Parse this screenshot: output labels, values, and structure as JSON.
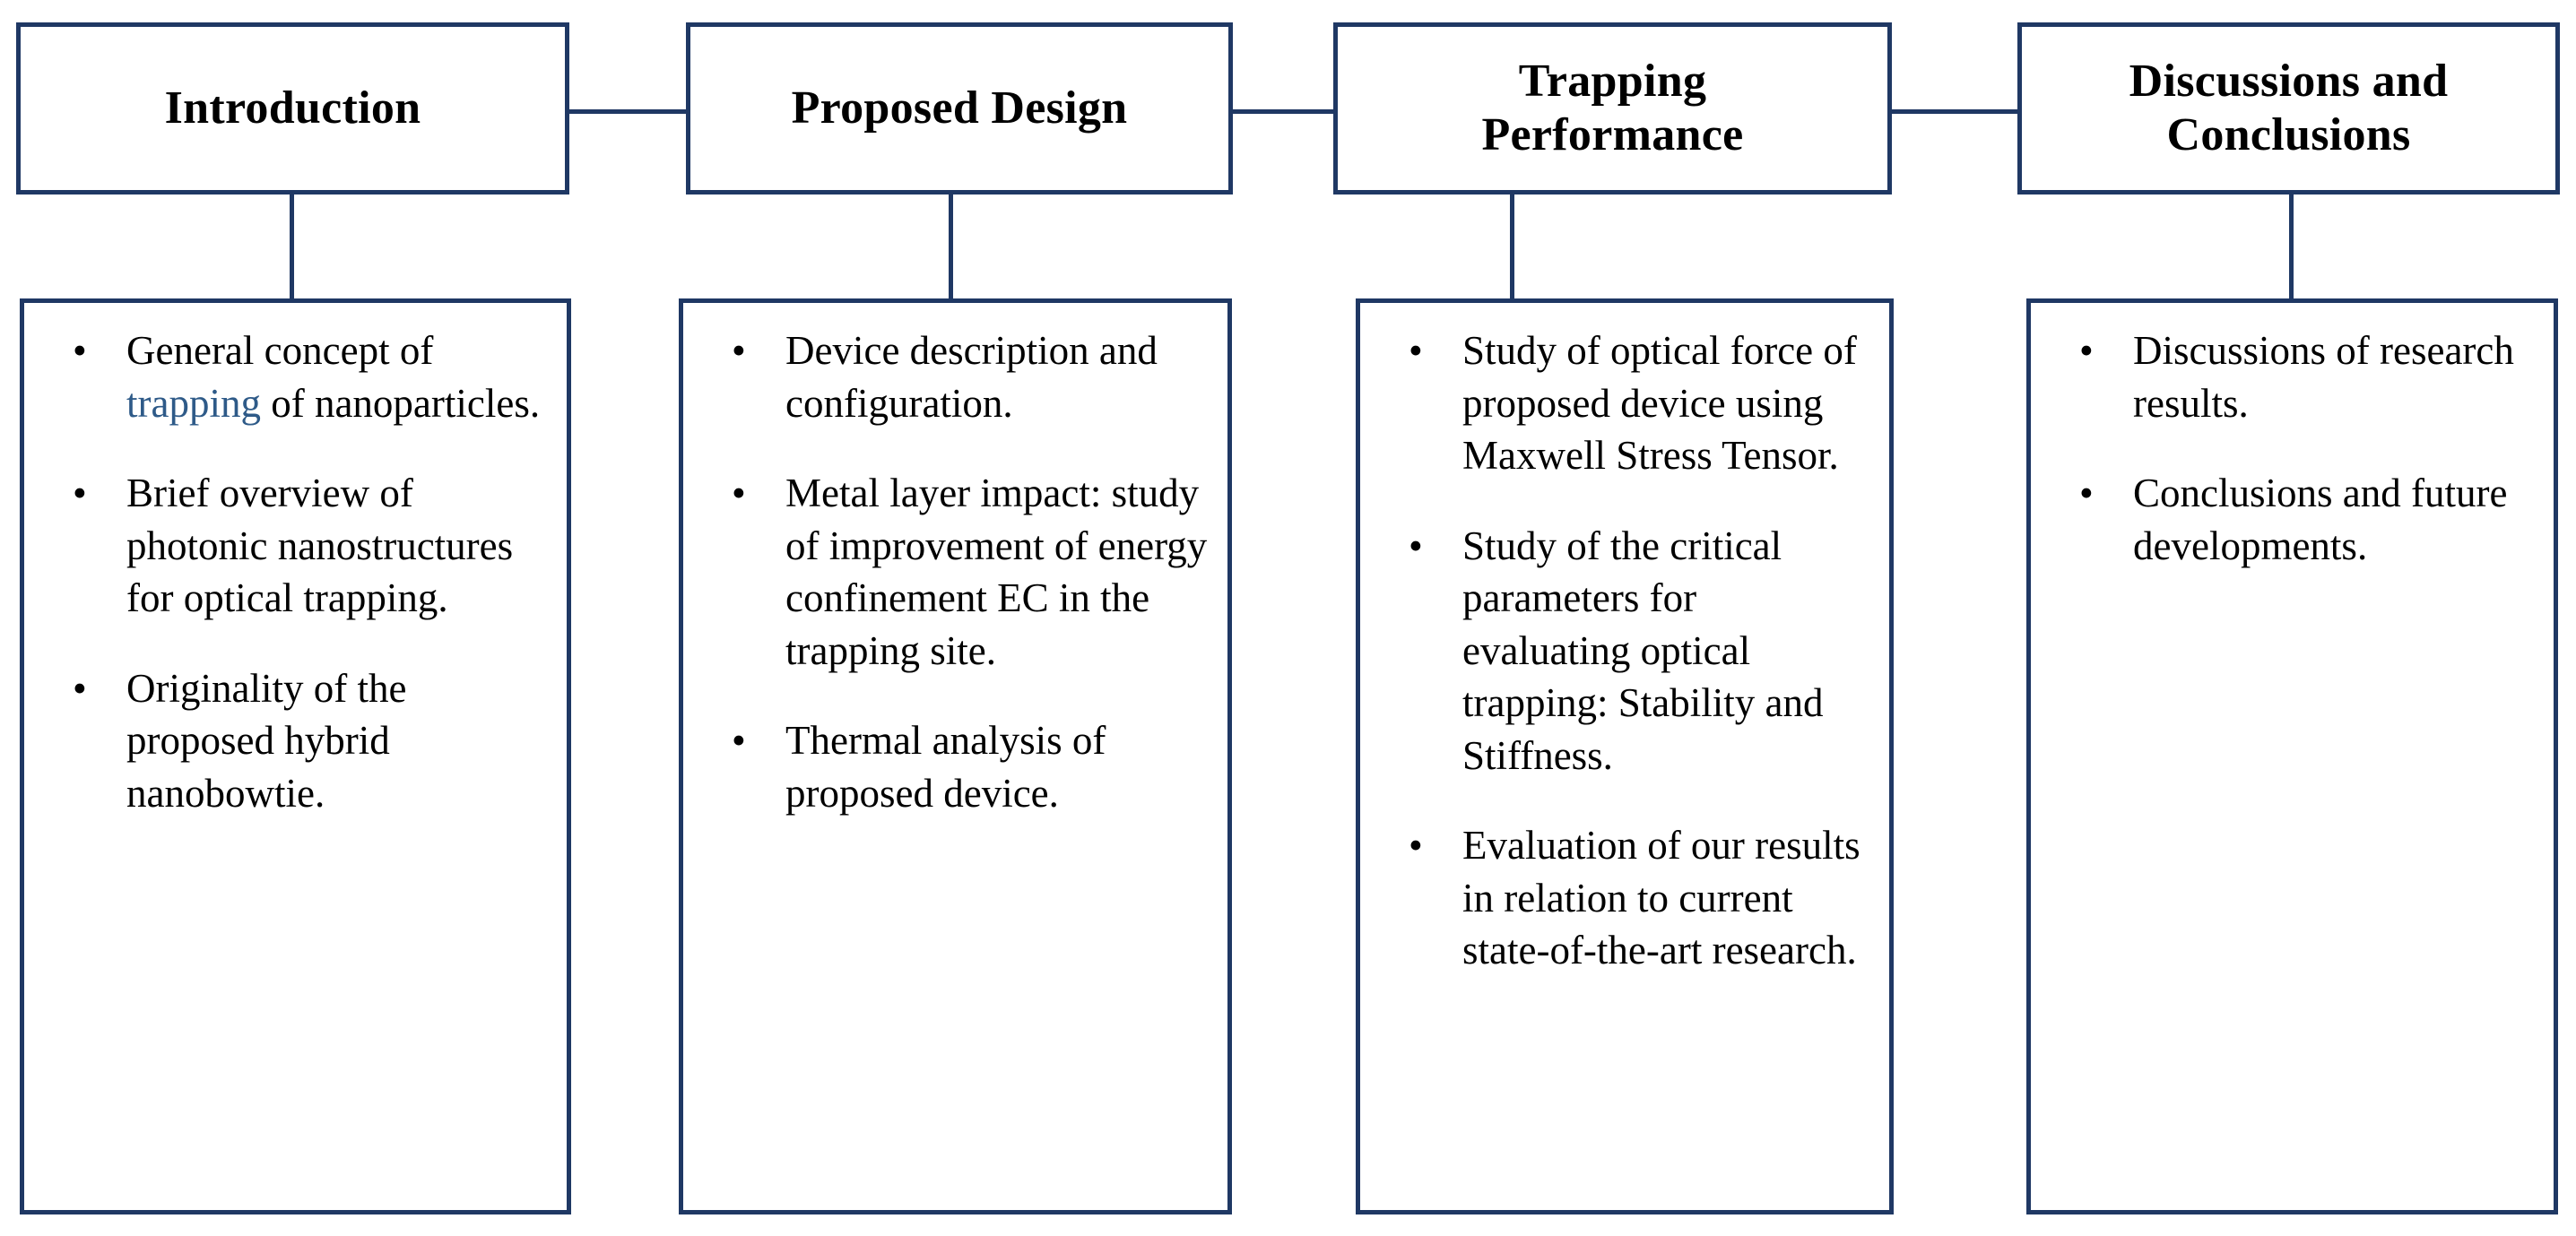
{
  "diagram": {
    "type": "flowchart",
    "title": "Paper structure flowchart",
    "colors": {
      "border": "#1F3864",
      "connector": "#1F3864",
      "background": "#FFFFFF",
      "text": "#000000",
      "highlight": "#2E5A88"
    },
    "columns": [
      {
        "id": "introduction",
        "header": "Introduction",
        "bullets": [
          {
            "parts": [
              {
                "text": "General concept of ",
                "style": "normal"
              },
              {
                "text": "trapping",
                "style": "highlight"
              },
              {
                "text": " of nanoparticles.",
                "style": "normal"
              }
            ],
            "plain": "General concept of trapping of nanoparticles."
          },
          {
            "parts": [
              {
                "text": "Brief overview of photonic nanostructures for optical trapping.",
                "style": "normal"
              }
            ],
            "plain": "Brief overview of photonic nanostructures for optical trapping."
          },
          {
            "parts": [
              {
                "text": "Originality of the proposed hybrid nanobowtie.",
                "style": "normal"
              }
            ],
            "plain": "Originality of the proposed hybrid nanobowtie."
          }
        ]
      },
      {
        "id": "proposed-design",
        "header": "Proposed Design",
        "bullets": [
          {
            "parts": [
              {
                "text": "Device description and configuration.",
                "style": "normal"
              }
            ],
            "plain": "Device description and configuration."
          },
          {
            "parts": [
              {
                "text": "Metal layer impact: study of improvement of energy confinement EC in the trapping site.",
                "style": "normal"
              }
            ],
            "plain": "Metal layer impact: study of improvement of energy confinement EC in the trapping site."
          },
          {
            "parts": [
              {
                "text": "Thermal analysis of proposed device.",
                "style": "normal"
              }
            ],
            "plain": "Thermal analysis of proposed device."
          }
        ]
      },
      {
        "id": "trapping-performance",
        "header": "Trapping Performance",
        "bullets": [
          {
            "parts": [
              {
                "text": "Study of optical force of proposed device using Maxwell Stress Tensor.",
                "style": "normal"
              }
            ],
            "plain": "Study of optical force of proposed device using Maxwell Stress Tensor."
          },
          {
            "parts": [
              {
                "text": "Study of the critical parameters for evaluating optical trapping:  Stability and Stiffness.",
                "style": "normal"
              }
            ],
            "plain": "Study of the critical parameters for evaluating optical trapping:  Stability and Stiffness."
          },
          {
            "parts": [
              {
                "text": "Evaluation of our results in relation to current state-of-the-art research.",
                "style": "normal"
              }
            ],
            "plain": "Evaluation of our results in relation to current state-of-the-art research."
          }
        ]
      },
      {
        "id": "discussions-conclusions",
        "header": "Discussions and Conclusions",
        "bullets": [
          {
            "parts": [
              {
                "text": "Discussions of research results.",
                "style": "normal"
              }
            ],
            "plain": "Discussions of research results."
          },
          {
            "parts": [
              {
                "text": "Conclusions and future developments.",
                "style": "normal"
              }
            ],
            "plain": "Conclusions and future developments."
          }
        ]
      }
    ],
    "bullet_glyph": "•"
  }
}
